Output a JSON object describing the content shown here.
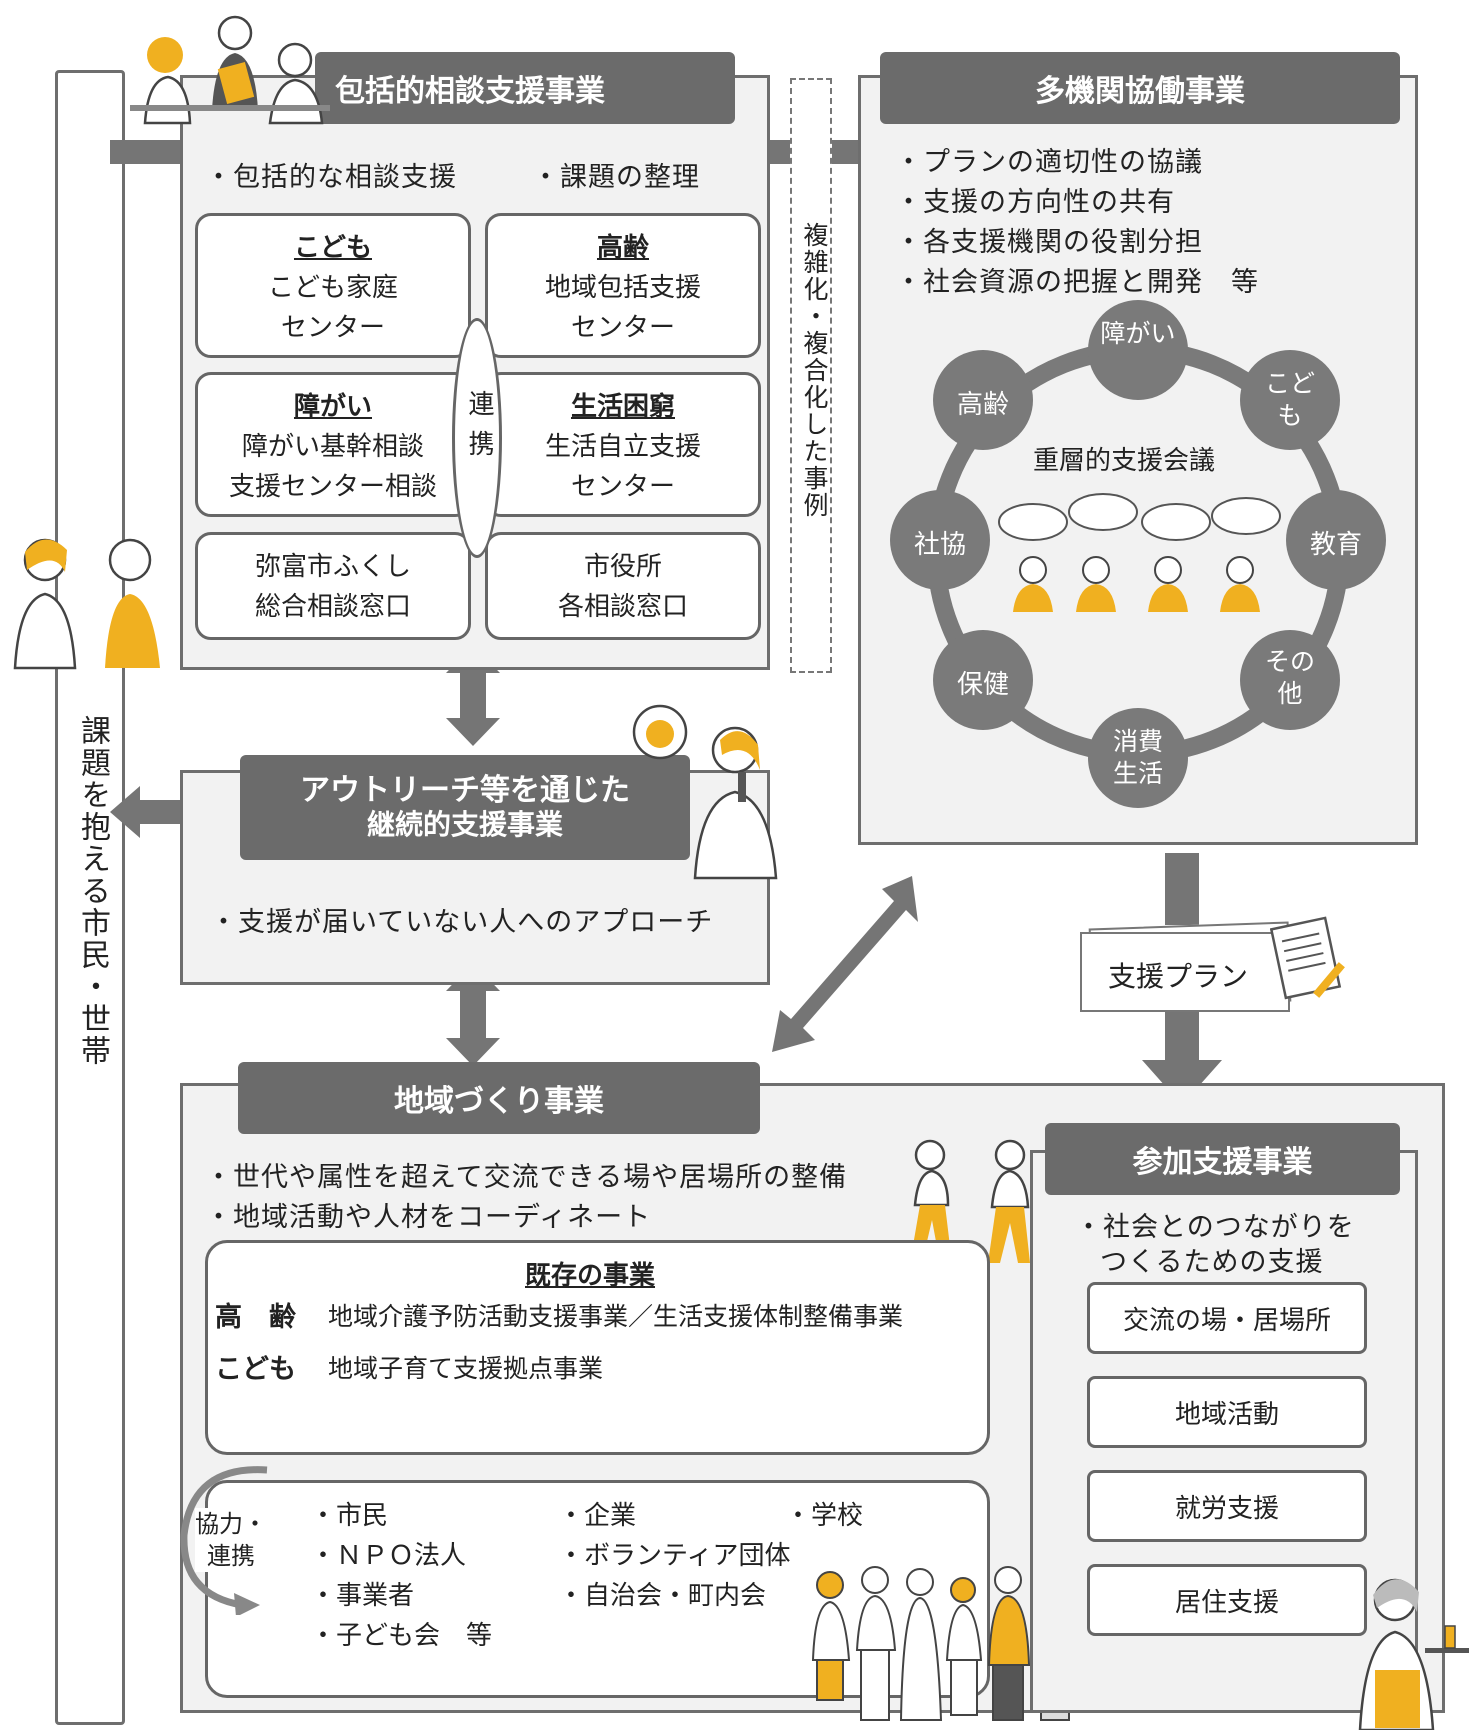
{
  "resident_label": "課題を抱える市民・世帯",
  "consultation": {
    "title": "包括的相談支援事業",
    "bullets": [
      "・包括的な相談支援",
      "・課題の整理"
    ],
    "boxes": [
      {
        "title": "こども",
        "lines": [
          "こども家庭",
          "センター"
        ]
      },
      {
        "title": "高齢",
        "lines": [
          "地域包括支援",
          "センター"
        ]
      },
      {
        "title": "障がい",
        "lines": [
          "障がい基幹相談",
          "支援センター相談"
        ]
      },
      {
        "title": "生活困窮",
        "lines": [
          "生活自立支援",
          "センター"
        ]
      },
      {
        "title": "",
        "lines": [
          "弥富市ふくし",
          "総合相談窓口"
        ]
      },
      {
        "title": "",
        "lines": [
          "市役所",
          "各相談窓口"
        ]
      }
    ],
    "link_label": "連携"
  },
  "complex_case_label": "複雑化・複合化した事例",
  "multi_agency": {
    "title": "多機関協働事業",
    "bullets": [
      "・プランの適切性の協議",
      "・支援の方向性の共有",
      "・各支援機関の役割分担",
      "・社会資源の把握と開発　等"
    ],
    "meeting_label": "重層的支援会議",
    "nodes": [
      "障がい",
      "こども",
      "教育",
      "その他",
      "消費生活",
      "保健",
      "社協",
      "高齢"
    ]
  },
  "outreach": {
    "title_line1": "アウトリーチ等を通じた",
    "title_line2": "継続的支援事業",
    "bullet": "・支援が届いていない人へのアプローチ"
  },
  "support_plan_label": "支援プラン",
  "community": {
    "title": "地域づくり事業",
    "bullets": [
      "・世代や属性を超えて交流できる場や居場所の整備",
      "・地域活動や人材をコーディネート"
    ],
    "existing": {
      "title": "既存の事業",
      "rows": [
        {
          "label": "高　齢",
          "text": "地域介護予防活動支援事業／生活支援体制整備事業"
        },
        {
          "label": "こども",
          "text": "地域子育て支援拠点事業"
        }
      ]
    },
    "cooperation_label": [
      "協力・",
      "連携"
    ],
    "partners_col1": [
      "・市民",
      "・ＮＰＯ法人",
      "・事業者",
      "・子ども会　等"
    ],
    "partners_col2": [
      "・企業",
      "・ボランティア団体",
      "・自治会・町内会"
    ],
    "partners_col3": [
      "・学校"
    ]
  },
  "participation": {
    "title": "参加支援事業",
    "bullet_line1": "・社会とのつながりを",
    "bullet_line2": "つくるための支援",
    "items": [
      "交流の場・居場所",
      "地域活動",
      "就労支援",
      "居住支援"
    ]
  },
  "colors": {
    "header": "#6b6b6b",
    "panel": "#f2f2f2",
    "accent": "#f0b020",
    "arrow": "#757575"
  }
}
